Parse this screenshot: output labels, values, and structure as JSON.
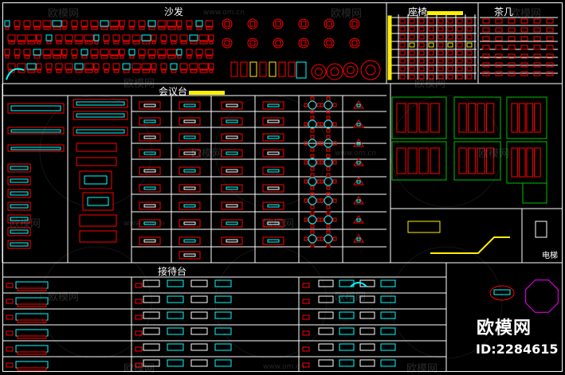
{
  "sections": {
    "sofa": "沙发",
    "seating": "座椅",
    "tea_table": "茶几",
    "conference_table": "会议台",
    "reception_desk": "接待台",
    "elevator": "电梯"
  },
  "watermark": {
    "text": "欧模网",
    "url": "www.om.cn"
  },
  "brand": {
    "name": "欧模网",
    "id": "ID:2284615"
  },
  "colors": {
    "background": "#000000",
    "frame": "#ffffff",
    "red": "#ff0000",
    "cyan": "#00ffff",
    "yellow": "#ffef00",
    "green": "#00c000",
    "magenta": "#ff00ff"
  }
}
